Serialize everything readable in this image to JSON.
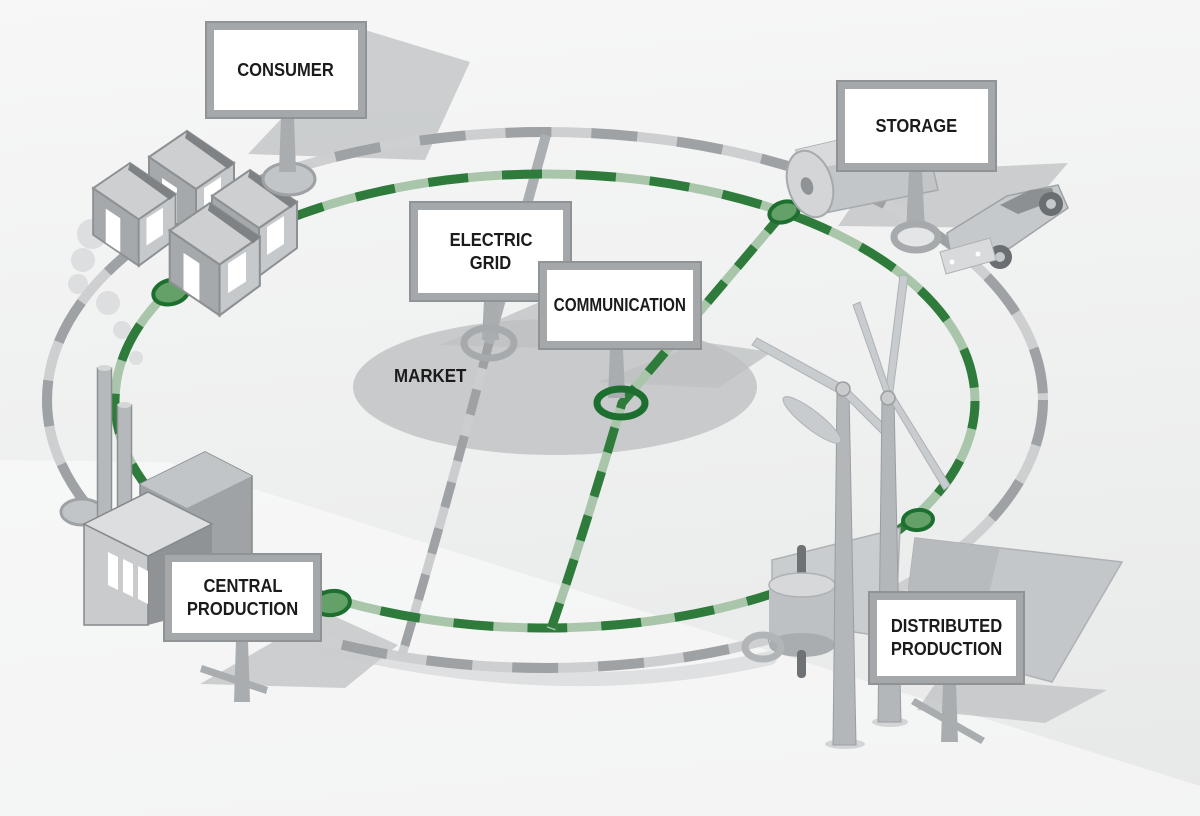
{
  "diagram": {
    "type": "smart-grid-concept-diagram",
    "signs": {
      "consumer": {
        "lines": [
          "CONSUMER"
        ]
      },
      "storage": {
        "lines": [
          "STORAGE"
        ]
      },
      "electric_grid": {
        "lines": [
          "ELECTRIC",
          "GRID"
        ]
      },
      "communication": {
        "lines": [
          "COMMUNICATION"
        ]
      },
      "central_production": {
        "lines": [
          "CENTRAL",
          "PRODUCTION"
        ]
      },
      "distributed_production": {
        "lines": [
          "DISTRIBUTED",
          "PRODUCTION"
        ]
      }
    },
    "floating_labels": {
      "market": "MARKET"
    },
    "rings": {
      "electric_grid_ring": {
        "color_dark": "#9EA2A5",
        "color_light": "#CDCFD1",
        "style": "dashed outer ellipse"
      },
      "communication_ring": {
        "color_dark": "#2E7B3B",
        "color_light": "#A9C6AB",
        "style": "dashed inner ellipse"
      }
    },
    "objects": [
      "consumer-houses",
      "storage-cylinder",
      "electric-car",
      "wind-turbines",
      "solar-panels",
      "generator",
      "factory",
      "market-floor-ellipse"
    ],
    "colors": {
      "background_top": "#F7F7F7",
      "background_bottom": "#E7E8E8",
      "sign_fill": "#FFFFFF",
      "sign_border": "#A4A8AB",
      "text": "#1B1B1B",
      "node_green_fill": "#63A169",
      "node_green_border": "#1D6F30",
      "node_gray_fill": "#C2C5C7",
      "node_gray_border": "#9EA2A5",
      "shadow": "#BDC0C2",
      "market_ellipse": "#C5C7C9"
    }
  }
}
